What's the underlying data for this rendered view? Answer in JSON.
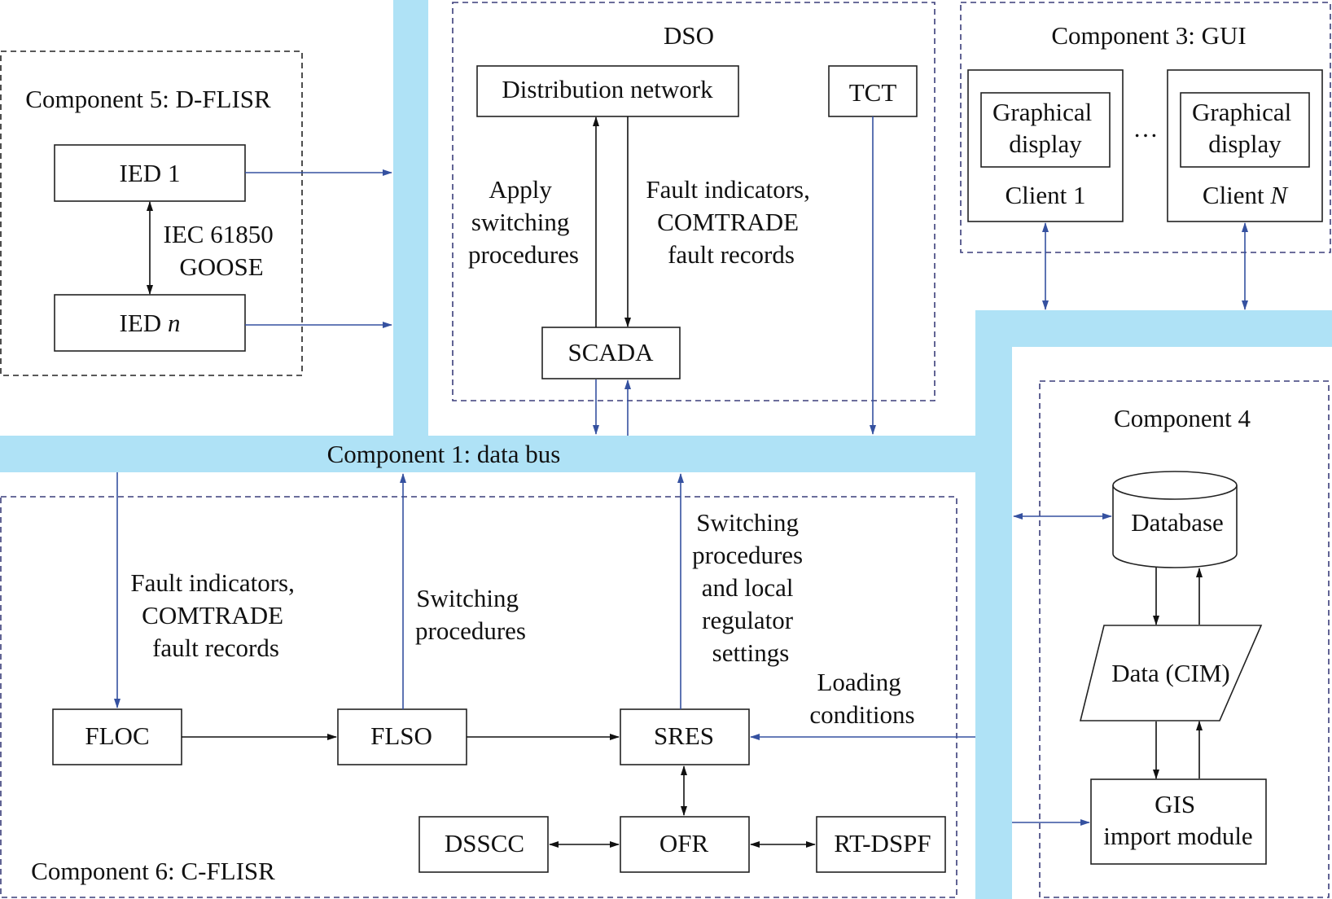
{
  "colors": {
    "bus": "#afe2f6",
    "arrow_blue": "#3551a0",
    "arrow_black": "#111111",
    "dash": "#3a3d7a"
  },
  "components": {
    "data_bus": "Component 1: data bus",
    "dso": "DSO",
    "gui": "Component 3: GUI",
    "component4": "Component 4",
    "dflisr": "Component 5: D-FLISR",
    "cflisr": "Component 6: C-FLISR"
  },
  "blocks": {
    "ied1": "IED 1",
    "iedn_prefix": "IED ",
    "iedn_var": "n",
    "distribution_network": "Distribution network",
    "tct": "TCT",
    "scada": "SCADA",
    "graphical_display": [
      "Graphical",
      "display"
    ],
    "client1": "Client 1",
    "clientn_prefix": "Client ",
    "clientn_var": "N",
    "ellipsis": "…",
    "database": "Database",
    "data_cim": "Data (CIM)",
    "gis": [
      "GIS",
      "import module"
    ],
    "floc": "FLOC",
    "flso": "FLSO",
    "sres": "SRES",
    "dsscc": "DSSCC",
    "ofr": "OFR",
    "rtdspf": "RT-DSPF"
  },
  "labels": {
    "iec": [
      "IEC 61850",
      "GOOSE"
    ],
    "apply": [
      "Apply",
      "switching",
      "procedures"
    ],
    "fault_top": [
      "Fault indicators,",
      "COMTRADE",
      "fault records"
    ],
    "fault_bottom": [
      "Fault indicators,",
      "COMTRADE",
      "fault records"
    ],
    "switching": [
      "Switching",
      "procedures"
    ],
    "switching_local": [
      "Switching",
      "procedures",
      "and local",
      "regulator",
      "settings"
    ],
    "loading": [
      "Loading",
      "conditions"
    ]
  }
}
